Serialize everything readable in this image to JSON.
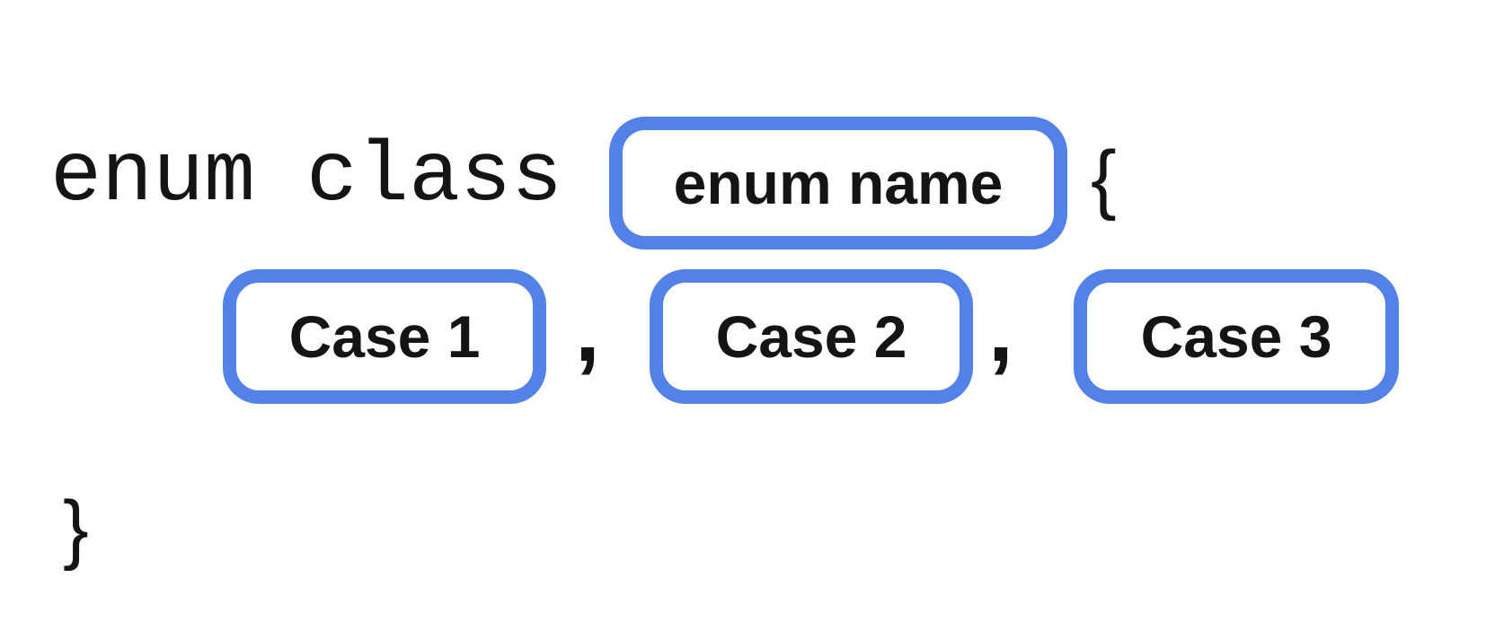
{
  "diagram": {
    "keyword": "enum class",
    "enum_name_placeholder": "enum name",
    "open_brace": "{",
    "close_brace": "}",
    "separator": ",",
    "cases": [
      {
        "label": "Case 1"
      },
      {
        "label": "Case 2"
      },
      {
        "label": "Case 3"
      }
    ],
    "colors": {
      "box_border": "#5282E8",
      "text": "#141414",
      "background": "#FFFFFF"
    }
  }
}
